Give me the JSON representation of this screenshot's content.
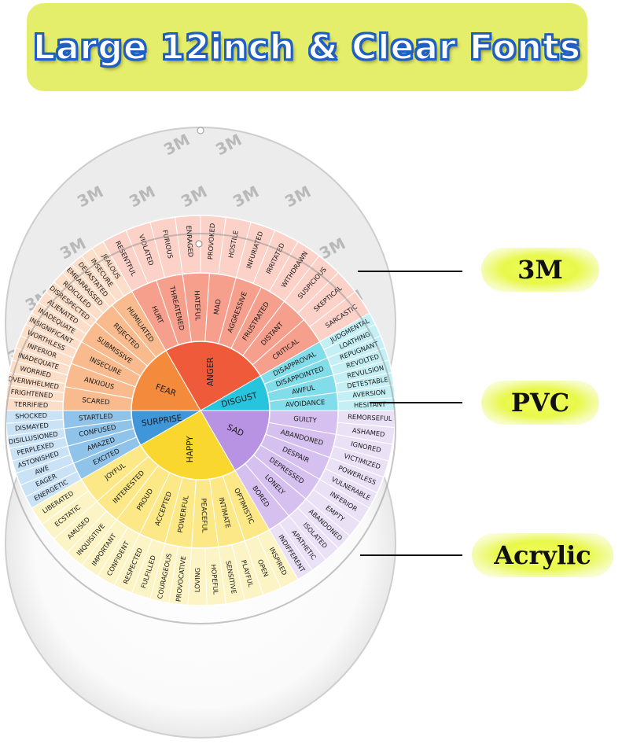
{
  "banner": {
    "title": "Large 12inch & Clear Fonts"
  },
  "labels": {
    "m3": "3M",
    "pvc": "PVC",
    "acrylic": "Acrylic"
  },
  "watermark": "3M",
  "colors": {
    "banner_bg": "#e4ee6a",
    "banner_text": "#ffffff",
    "banner_outline": "#1f5fc4",
    "tag_highlight": "#eefa50"
  },
  "wheel": {
    "core": [
      {
        "name": "ANGER",
        "color": "#ef5a3a"
      },
      {
        "name": "DISGUST",
        "color": "#27c5dd"
      },
      {
        "name": "SAD",
        "color": "#b893e4"
      },
      {
        "name": "HAPPY",
        "color": "#f9d72f"
      },
      {
        "name": "SURPRISE",
        "color": "#3f97da"
      },
      {
        "name": "FEAR",
        "color": "#f48a3c"
      }
    ],
    "middle": [
      {
        "name": "HURT",
        "core": 0
      },
      {
        "name": "THREATENED",
        "core": 0
      },
      {
        "name": "HATEFUL",
        "core": 0
      },
      {
        "name": "MAD",
        "core": 0
      },
      {
        "name": "AGGRESSIVE",
        "core": 0
      },
      {
        "name": "FRUSTRATED",
        "core": 0
      },
      {
        "name": "DISTANT",
        "core": 0
      },
      {
        "name": "CRITICAL",
        "core": 0
      },
      {
        "name": "DISAPPROVAL",
        "core": 1
      },
      {
        "name": "DISAPPOINTED",
        "core": 1
      },
      {
        "name": "AWFUL",
        "core": 1
      },
      {
        "name": "AVOIDANCE",
        "core": 1
      },
      {
        "name": "GUILTY",
        "core": 2
      },
      {
        "name": "ABANDONED",
        "core": 2
      },
      {
        "name": "DESPAIR",
        "core": 2
      },
      {
        "name": "DEPRESSED",
        "core": 2
      },
      {
        "name": "LONELY",
        "core": 2
      },
      {
        "name": "BORED",
        "core": 2
      },
      {
        "name": "OPTIMISTIC",
        "core": 3
      },
      {
        "name": "INTIMATE",
        "core": 3
      },
      {
        "name": "PEACEFUL",
        "core": 3
      },
      {
        "name": "POWERFUL",
        "core": 3
      },
      {
        "name": "ACCEPTED",
        "core": 3
      },
      {
        "name": "PROUD",
        "core": 3
      },
      {
        "name": "INTERESTED",
        "core": 3
      },
      {
        "name": "JOYFUL",
        "core": 3
      },
      {
        "name": "EXCITED",
        "core": 4
      },
      {
        "name": "AMAZED",
        "core": 4
      },
      {
        "name": "CONFUSED",
        "core": 4
      },
      {
        "name": "STARTLED",
        "core": 4
      },
      {
        "name": "SCARED",
        "core": 5
      },
      {
        "name": "ANXIOUS",
        "core": 5
      },
      {
        "name": "INSECURE",
        "core": 5
      },
      {
        "name": "SUBMISSIVE",
        "core": 5
      },
      {
        "name": "REJECTED",
        "core": 5
      },
      {
        "name": "HUMILIATED",
        "core": 5
      }
    ],
    "outer": [
      {
        "name": "RESENTFUL",
        "core": 0
      },
      {
        "name": "VIOLATED",
        "core": 0
      },
      {
        "name": "FURIOUS",
        "core": 0
      },
      {
        "name": "ENRAGED",
        "core": 0
      },
      {
        "name": "PROVOKED",
        "core": 0
      },
      {
        "name": "HOSTILE",
        "core": 0
      },
      {
        "name": "INFURIATED",
        "core": 0
      },
      {
        "name": "IRRITATED",
        "core": 0
      },
      {
        "name": "WITHDRAWN",
        "core": 0
      },
      {
        "name": "SUSPICIOUS",
        "core": 0
      },
      {
        "name": "SKEPTICAL",
        "core": 0
      },
      {
        "name": "SARCASTIC",
        "core": 0
      },
      {
        "name": "JUDGMENTAL",
        "core": 1
      },
      {
        "name": "LOATHING",
        "core": 1
      },
      {
        "name": "REPUGNANT",
        "core": 1
      },
      {
        "name": "REVOLTED",
        "core": 1
      },
      {
        "name": "REVULSION",
        "core": 1
      },
      {
        "name": "DETESTABLE",
        "core": 1
      },
      {
        "name": "AVERSION",
        "core": 1
      },
      {
        "name": "HESITANT",
        "core": 1
      },
      {
        "name": "REMORSEFUL",
        "core": 2
      },
      {
        "name": "ASHAMED",
        "core": 2
      },
      {
        "name": "IGNORED",
        "core": 2
      },
      {
        "name": "VICTIMIZED",
        "core": 2
      },
      {
        "name": "POWERLESS",
        "core": 2
      },
      {
        "name": "VULNERABLE",
        "core": 2
      },
      {
        "name": "INFERIOR",
        "core": 2
      },
      {
        "name": "EMPTY",
        "core": 2
      },
      {
        "name": "ABANDONED",
        "core": 2
      },
      {
        "name": "ISOLATED",
        "core": 2
      },
      {
        "name": "APATHETIC",
        "core": 2
      },
      {
        "name": "INDIFFERENT",
        "core": 2
      },
      {
        "name": "INSPIRED",
        "core": 3
      },
      {
        "name": "OPEN",
        "core": 3
      },
      {
        "name": "PLAYFUL",
        "core": 3
      },
      {
        "name": "SENSITIVE",
        "core": 3
      },
      {
        "name": "HOPEFUL",
        "core": 3
      },
      {
        "name": "LOVING",
        "core": 3
      },
      {
        "name": "PROVOCATIVE",
        "core": 3
      },
      {
        "name": "COURAGEOUS",
        "core": 3
      },
      {
        "name": "FULFILLED",
        "core": 3
      },
      {
        "name": "RESPECTED",
        "core": 3
      },
      {
        "name": "CONFIDENT",
        "core": 3
      },
      {
        "name": "IMPORTANT",
        "core": 3
      },
      {
        "name": "INQUISITIVE",
        "core": 3
      },
      {
        "name": "AMUSED",
        "core": 3
      },
      {
        "name": "ECSTATIC",
        "core": 3
      },
      {
        "name": "LIBERATED",
        "core": 3
      },
      {
        "name": "ENERGETIC",
        "core": 4
      },
      {
        "name": "EAGER",
        "core": 4
      },
      {
        "name": "AWE",
        "core": 4
      },
      {
        "name": "ASTONISHED",
        "core": 4
      },
      {
        "name": "PERPLEXED",
        "core": 4
      },
      {
        "name": "DISILLUSIONED",
        "core": 4
      },
      {
        "name": "DISMAYED",
        "core": 4
      },
      {
        "name": "SHOCKED",
        "core": 4
      },
      {
        "name": "TERRIFIED",
        "core": 5
      },
      {
        "name": "FRIGHTENED",
        "core": 5
      },
      {
        "name": "OVERWHELMED",
        "core": 5
      },
      {
        "name": "WORRIED",
        "core": 5
      },
      {
        "name": "INADEQUATE",
        "core": 5
      },
      {
        "name": "INFERIOR",
        "core": 5
      },
      {
        "name": "WORTHLESS",
        "core": 5
      },
      {
        "name": "INSIGNIFICANT",
        "core": 5
      },
      {
        "name": "INADEQUATE",
        "core": 5
      },
      {
        "name": "ALIENATED",
        "core": 5
      },
      {
        "name": "DISRESPECTED",
        "core": 5
      },
      {
        "name": "RIDICULED",
        "core": 5
      },
      {
        "name": "EMBARRASSED",
        "core": 5
      },
      {
        "name": "DEVASTATED",
        "core": 5
      },
      {
        "name": "INSECURE",
        "core": 5
      },
      {
        "name": "JEALOUS",
        "core": 5
      }
    ]
  }
}
